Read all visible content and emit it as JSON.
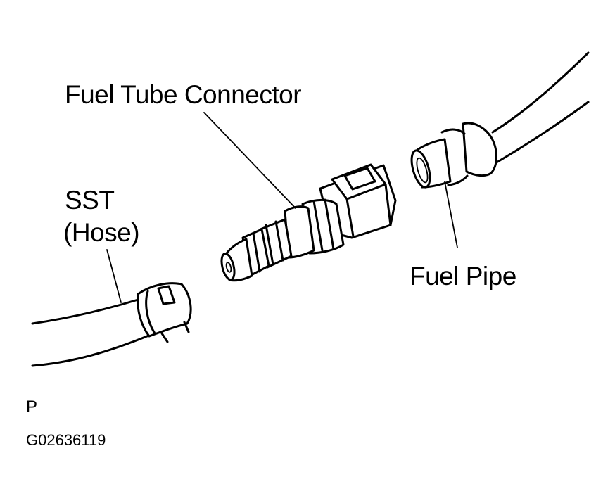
{
  "labels": {
    "fuel_tube_connector": "Fuel Tube Connector",
    "sst_line1": "SST",
    "sst_line2": "(Hose)",
    "fuel_pipe": "Fuel Pipe",
    "view_letter": "P",
    "figure_code": "G02636119"
  },
  "colors": {
    "ink": "#000000",
    "paper": "#ffffff"
  }
}
